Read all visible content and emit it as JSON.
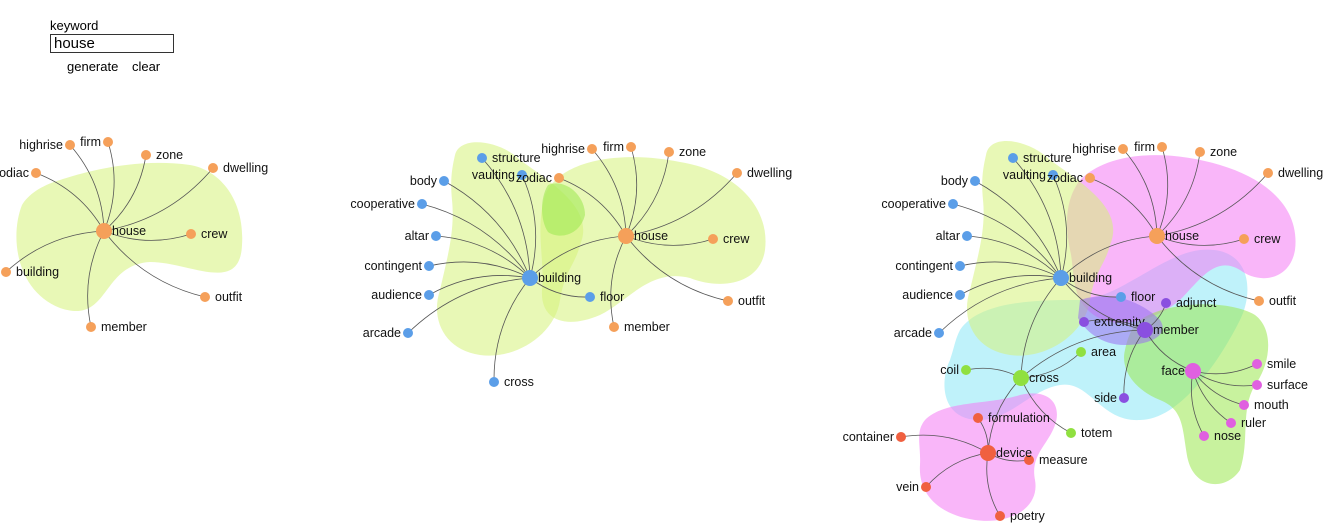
{
  "controls": {
    "keyword_label": "keyword",
    "keyword_value": "house",
    "generate_label": "generate",
    "clear_label": "clear"
  },
  "colors": {
    "orange": "#f5a05a",
    "blue": "#5b9ee8",
    "purple": "#8a4fe0",
    "magenta": "#e060e0",
    "red": "#f06040",
    "green": "#90e040",
    "blob_lime": "#d6f27a",
    "blob_pink": "#f47af4",
    "blob_cyan": "#8ae8f5",
    "blob_green": "#9be84f"
  },
  "graphs": [
    {
      "name": "house-graph",
      "centers": [
        {
          "id": "house",
          "label": "house",
          "color": "orange"
        }
      ],
      "nodes": [
        {
          "label": "highrise",
          "color": "orange",
          "parent": "house"
        },
        {
          "label": "firm",
          "color": "orange",
          "parent": "house"
        },
        {
          "label": "zone",
          "color": "orange",
          "parent": "house"
        },
        {
          "label": "zodiac",
          "color": "orange",
          "parent": "house"
        },
        {
          "label": "dwelling",
          "color": "orange",
          "parent": "house"
        },
        {
          "label": "crew",
          "color": "orange",
          "parent": "house"
        },
        {
          "label": "building",
          "color": "orange",
          "parent": "house"
        },
        {
          "label": "outfit",
          "color": "orange",
          "parent": "house"
        },
        {
          "label": "member",
          "color": "orange",
          "parent": "house"
        }
      ]
    },
    {
      "name": "house-building-graph",
      "centers": [
        {
          "id": "house",
          "label": "house",
          "color": "orange"
        },
        {
          "id": "building",
          "label": "building",
          "color": "blue"
        }
      ],
      "nodes": [
        {
          "label": "structure",
          "color": "blue",
          "parent": "building"
        },
        {
          "label": "vaulting",
          "color": "blue",
          "parent": "building"
        },
        {
          "label": "zodiac",
          "color": "orange",
          "parent": "house"
        },
        {
          "label": "highrise",
          "color": "orange",
          "parent": "house"
        },
        {
          "label": "firm",
          "color": "orange",
          "parent": "house"
        },
        {
          "label": "zone",
          "color": "orange",
          "parent": "house"
        },
        {
          "label": "dwelling",
          "color": "orange",
          "parent": "house"
        },
        {
          "label": "body",
          "color": "blue",
          "parent": "building"
        },
        {
          "label": "cooperative",
          "color": "blue",
          "parent": "building"
        },
        {
          "label": "altar",
          "color": "blue",
          "parent": "building"
        },
        {
          "label": "contingent",
          "color": "blue",
          "parent": "building"
        },
        {
          "label": "audience",
          "color": "blue",
          "parent": "building"
        },
        {
          "label": "arcade",
          "color": "blue",
          "parent": "building"
        },
        {
          "label": "crew",
          "color": "orange",
          "parent": "house"
        },
        {
          "label": "floor",
          "color": "blue",
          "parent": "building"
        },
        {
          "label": "outfit",
          "color": "orange",
          "parent": "house"
        },
        {
          "label": "member",
          "color": "orange",
          "parent": "house"
        },
        {
          "label": "cross",
          "color": "blue",
          "parent": "building"
        }
      ]
    },
    {
      "name": "expanded-graph",
      "centers": [
        {
          "id": "house",
          "label": "house",
          "color": "orange"
        },
        {
          "id": "building",
          "label": "building",
          "color": "blue"
        },
        {
          "id": "member",
          "label": "member",
          "color": "purple"
        },
        {
          "id": "face",
          "label": "face",
          "color": "magenta"
        },
        {
          "id": "cross",
          "label": "cross",
          "color": "green"
        },
        {
          "id": "device",
          "label": "device",
          "color": "red"
        }
      ],
      "nodes": [
        {
          "label": "structure",
          "color": "blue",
          "parent": "building"
        },
        {
          "label": "vaulting",
          "color": "blue",
          "parent": "building"
        },
        {
          "label": "zodiac",
          "color": "orange",
          "parent": "house"
        },
        {
          "label": "highrise",
          "color": "orange",
          "parent": "house"
        },
        {
          "label": "firm",
          "color": "orange",
          "parent": "house"
        },
        {
          "label": "zone",
          "color": "orange",
          "parent": "house"
        },
        {
          "label": "dwelling",
          "color": "orange",
          "parent": "house"
        },
        {
          "label": "body",
          "color": "blue",
          "parent": "building"
        },
        {
          "label": "cooperative",
          "color": "blue",
          "parent": "building"
        },
        {
          "label": "altar",
          "color": "blue",
          "parent": "building"
        },
        {
          "label": "contingent",
          "color": "blue",
          "parent": "building"
        },
        {
          "label": "audience",
          "color": "blue",
          "parent": "building"
        },
        {
          "label": "arcade",
          "color": "blue",
          "parent": "building"
        },
        {
          "label": "crew",
          "color": "orange",
          "parent": "house"
        },
        {
          "label": "floor",
          "color": "blue",
          "parent": "building"
        },
        {
          "label": "outfit",
          "color": "orange",
          "parent": "house"
        },
        {
          "label": "adjunct",
          "color": "purple",
          "parent": "member"
        },
        {
          "label": "extremity",
          "color": "purple",
          "parent": "member"
        },
        {
          "label": "area",
          "color": "green",
          "parent": "cross"
        },
        {
          "label": "coil",
          "color": "green",
          "parent": "cross"
        },
        {
          "label": "smile",
          "color": "magenta",
          "parent": "face"
        },
        {
          "label": "surface",
          "color": "magenta",
          "parent": "face"
        },
        {
          "label": "mouth",
          "color": "magenta",
          "parent": "face"
        },
        {
          "label": "side",
          "color": "purple",
          "parent": "member"
        },
        {
          "label": "ruler",
          "color": "magenta",
          "parent": "face"
        },
        {
          "label": "nose",
          "color": "magenta",
          "parent": "face"
        },
        {
          "label": "formulation",
          "color": "red",
          "parent": "device"
        },
        {
          "label": "container",
          "color": "red",
          "parent": "device"
        },
        {
          "label": "totem",
          "color": "green",
          "parent": "cross"
        },
        {
          "label": "measure",
          "color": "red",
          "parent": "device"
        },
        {
          "label": "vein",
          "color": "red",
          "parent": "device"
        },
        {
          "label": "poetry",
          "color": "red",
          "parent": "device"
        }
      ]
    }
  ]
}
